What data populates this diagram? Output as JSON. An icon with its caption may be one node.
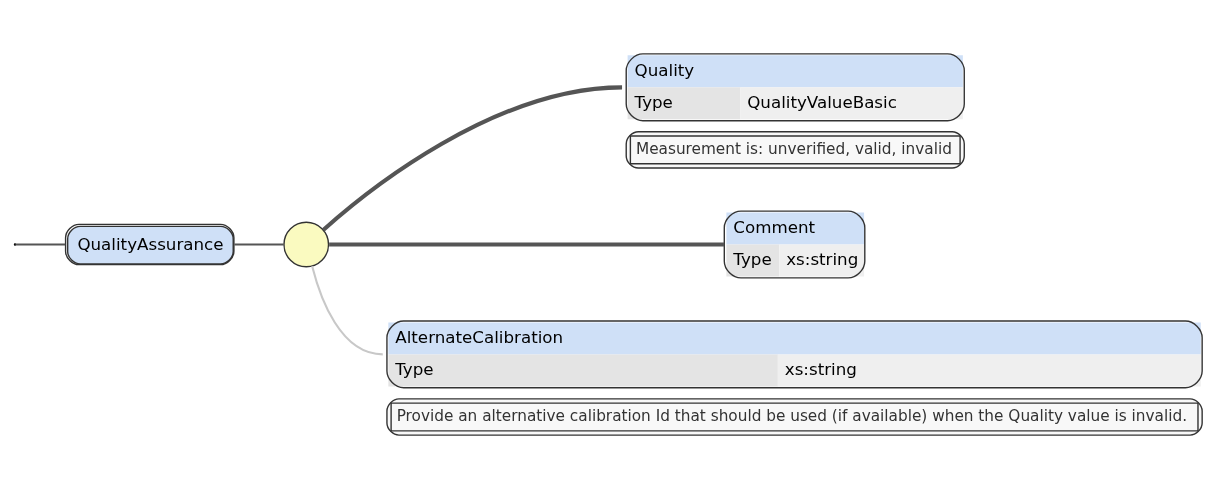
{
  "diagram": {
    "nodes": [
      {
        "text": [
          "QualityAssurance"
        ]
      },
      {
        "text": [],
        "shape": "circle"
      },
      {
        "text": [
          "Quality",
          "Type",
          "QualityValueBasic"
        ],
        "beside": [
          "Measurement is: unverified, valid, invalid"
        ]
      },
      {
        "text": [
          "Comment",
          "Type",
          "xs:string"
        ]
      },
      {
        "text": [
          "AlternateCalibration",
          "Type",
          "xs:string"
        ],
        "beside": [
          "Provide an alternative calibration Id that should be used (if available) when the Quality value is invalid."
        ]
      }
    ],
    "edges": [
      {
        "from": null,
        "to": 0,
        "arrow": "none"
      },
      {
        "from": 0,
        "to": 1,
        "arrow": "none"
      },
      {
        "from": 1,
        "to": 2,
        "arrow": "none",
        "style": "thick"
      },
      {
        "from": 1,
        "to": 3,
        "arrow": "none",
        "style": "thick"
      },
      {
        "from": 1,
        "to": 4,
        "arrow": "none",
        "color": "#c8c8c8"
      }
    ]
  }
}
